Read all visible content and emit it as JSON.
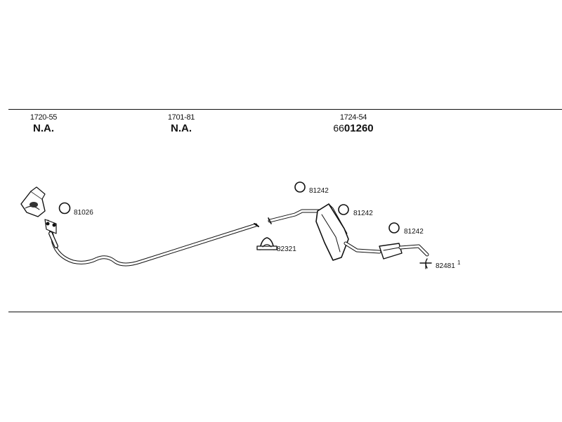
{
  "columns": [
    {
      "code": "1720-55",
      "value": "N.A.",
      "prefix": ""
    },
    {
      "code": "1701-81",
      "value": "N.A.",
      "prefix": ""
    },
    {
      "code": "1724-54",
      "value": "01260",
      "prefix": "66"
    }
  ],
  "parts": {
    "ring_front": "81026",
    "clamp": "82321",
    "ring_top": "81242",
    "ring_mid": "81242",
    "ring_right": "81242",
    "hanger": "82481",
    "hanger_sup": "1"
  },
  "colors": {
    "line": "#111111",
    "background": "#ffffff"
  }
}
